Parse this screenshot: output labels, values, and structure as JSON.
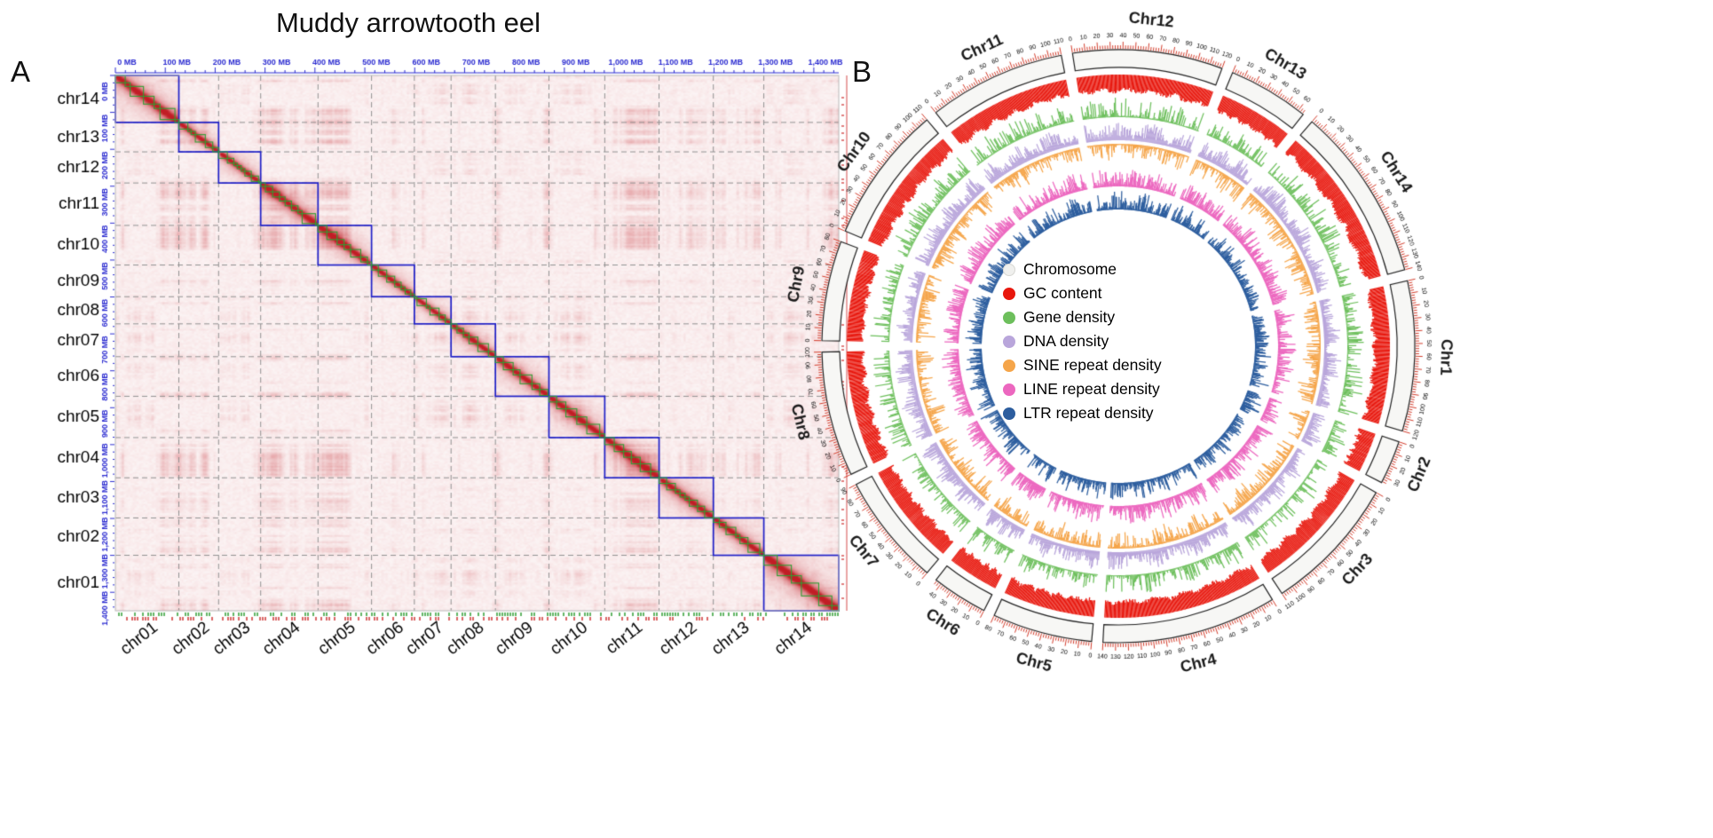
{
  "figure": {
    "panel_a": {
      "label": "A",
      "title": "Muddy arrowtooth eel",
      "axis_unit": "MB",
      "mb_axis_labels": [
        "0 MB",
        "100 MB",
        "200 MB",
        "300 MB",
        "400 MB",
        "500 MB",
        "600 MB",
        "700 MB",
        "800 MB",
        "900 MB",
        "1,000 MB",
        "1,100 MB",
        "1,200 MB",
        "1,300 MB",
        "1,400 MB"
      ],
      "row_labels": [
        "chr14",
        "chr13",
        "chr12",
        "chr11",
        "chr10",
        "chr09",
        "chr08",
        "chr07",
        "chr06",
        "chr05",
        "chr04",
        "chr03",
        "chr02",
        "chr01"
      ],
      "col_labels": [
        "chr01",
        "chr02",
        "chr03",
        "chr04",
        "chr05",
        "chr06",
        "chr07",
        "chr08",
        "chr09",
        "chr10",
        "chr11",
        "chr12",
        "chr13",
        "chr14"
      ],
      "colors": {
        "axis_labels": "#2b2bd0",
        "chromosome_boxes": "#2020c8",
        "contig_boxes": "#2f9e33",
        "grid_dashed": "#909090",
        "heatmap_max": "#c01f26"
      }
    },
    "panel_b": {
      "label": "B",
      "legend": [
        {
          "label": "Chromosome",
          "color": "#f0f0ee"
        },
        {
          "label": "GC content",
          "color": "#e8170d"
        },
        {
          "label": "Gene density",
          "color": "#6dbf5c"
        },
        {
          "label": "DNA density",
          "color": "#b9a6db"
        },
        {
          "label": "SINE repeat density",
          "color": "#f5a54a"
        },
        {
          "label": "LINE repeat density",
          "color": "#ec67bf"
        },
        {
          "label": "LTR repeat density",
          "color": "#2c5d9e"
        }
      ],
      "tick_color": "#d23b2a",
      "tick_label_color": "#000000"
    }
  },
  "chart_data": [
    {
      "type": "heatmap",
      "subtype": "hic-chromatin-contact-map",
      "title": "Muddy arrowtooth eel",
      "x_categories": [
        "chr01",
        "chr02",
        "chr03",
        "chr04",
        "chr05",
        "chr06",
        "chr07",
        "chr08",
        "chr09",
        "chr10",
        "chr11",
        "chr12",
        "chr13",
        "chr14"
      ],
      "y_categories": [
        "chr14",
        "chr13",
        "chr12",
        "chr11",
        "chr10",
        "chr09",
        "chr08",
        "chr07",
        "chr06",
        "chr05",
        "chr04",
        "chr03",
        "chr02",
        "chr01"
      ],
      "axis_range_mb": [
        0,
        1450
      ],
      "axis_ticks_mb": [
        0,
        100,
        200,
        300,
        400,
        500,
        600,
        700,
        800,
        900,
        1000,
        1100,
        1200,
        1300,
        1400
      ],
      "relative_block_sizes": [
        0.083,
        0.052,
        0.055,
        0.075,
        0.07,
        0.056,
        0.048,
        0.058,
        0.07,
        0.073,
        0.071,
        0.071,
        0.066,
        0.098
      ],
      "diagonal_blocks_outlined": true,
      "notes": "Strong red self-contact blocks along the diagonal outlined in blue; green contig boxes inside each block; dashed gray grid at chromosome boundaries; plaid pink inter-chromosomal background."
    },
    {
      "type": "circos",
      "chromosomes": [
        {
          "name": "Chr1",
          "size_mb": 120
        },
        {
          "name": "Chr2",
          "size_mb": 35
        },
        {
          "name": "Chr3",
          "size_mb": 110
        },
        {
          "name": "Chr4",
          "size_mb": 140
        },
        {
          "name": "Chr5",
          "size_mb": 80
        },
        {
          "name": "Chr6",
          "size_mb": 45
        },
        {
          "name": "Chr7",
          "size_mb": 90
        },
        {
          "name": "Chr8",
          "size_mb": 100
        },
        {
          "name": "Chr9",
          "size_mb": 80
        },
        {
          "name": "Chr10",
          "size_mb": 110
        },
        {
          "name": "Chr11",
          "size_mb": 110
        },
        {
          "name": "Chr12",
          "size_mb": 120
        },
        {
          "name": "Chr13",
          "size_mb": 65
        },
        {
          "name": "Chr14",
          "size_mb": 140
        }
      ],
      "plot_order_clockwise_from_top": [
        "Chr12",
        "Chr13",
        "Chr14",
        "Chr1",
        "Chr2",
        "Chr3",
        "Chr4",
        "Chr5",
        "Chr6",
        "Chr7",
        "Chr8",
        "Chr9",
        "Chr10",
        "Chr11"
      ],
      "tick_interval_mb": 10,
      "minor_tick_interval_mb": 2,
      "tracks_outer_to_inner": [
        {
          "name": "GC content",
          "color": "#e8170d",
          "style": "histogram-inward"
        },
        {
          "name": "Gene density",
          "color": "#6dbf5c",
          "style": "histogram-outward"
        },
        {
          "name": "DNA density",
          "color": "#b9a6db",
          "style": "histogram-outward"
        },
        {
          "name": "SINE repeat density",
          "color": "#f5a54a",
          "style": "histogram-inward"
        },
        {
          "name": "LINE repeat density",
          "color": "#ec67bf",
          "style": "histogram-outward"
        },
        {
          "name": "LTR repeat density",
          "color": "#2c5d9e",
          "style": "histogram-outward"
        }
      ]
    }
  ]
}
